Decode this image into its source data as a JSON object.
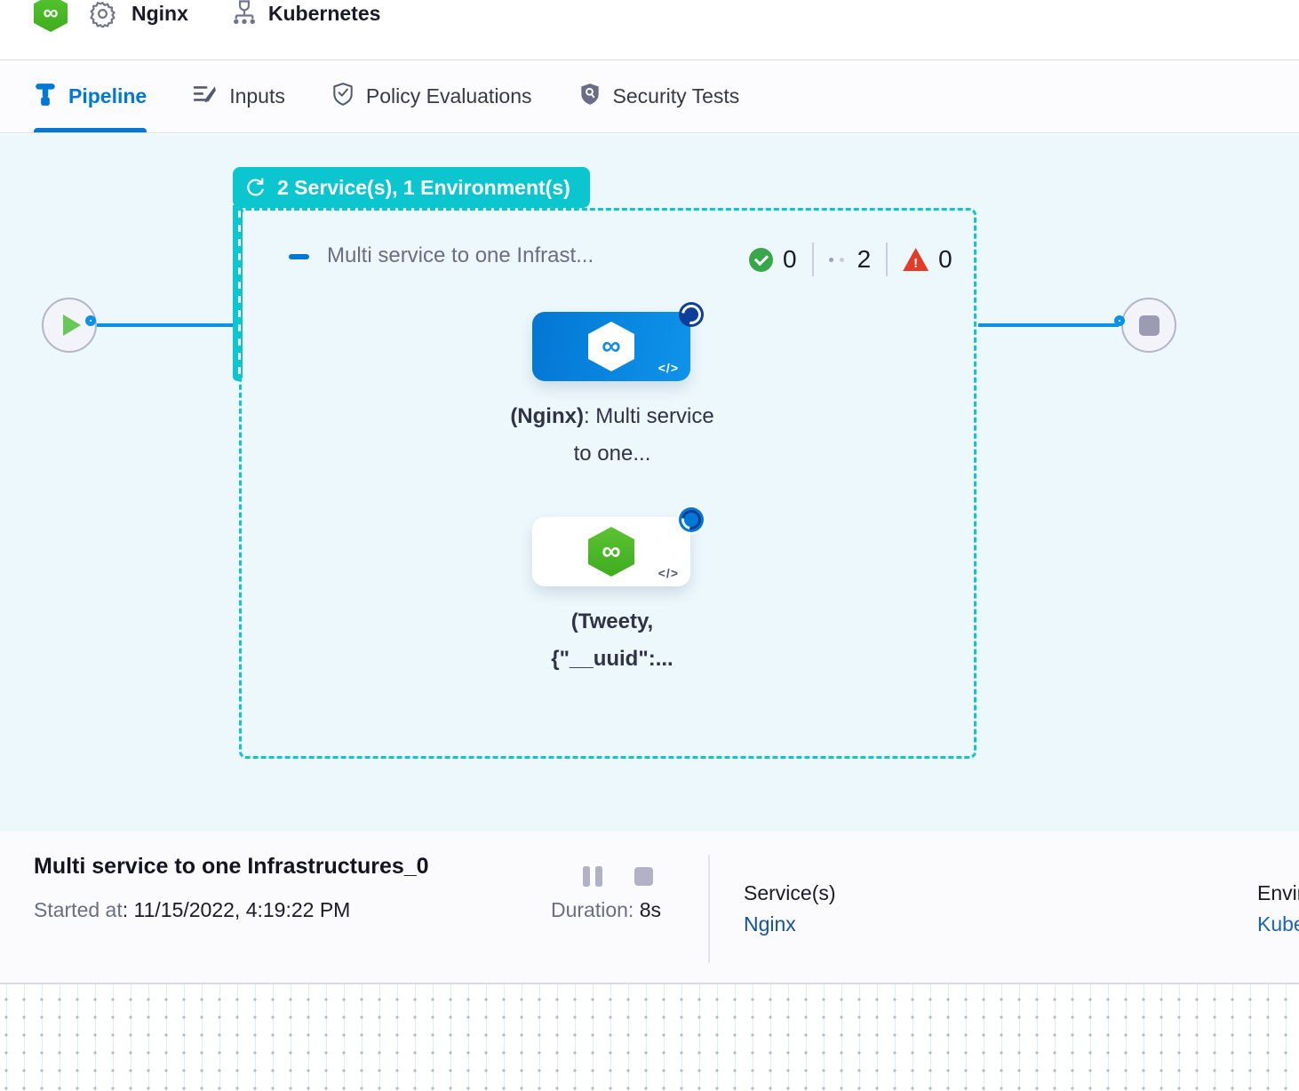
{
  "colors": {
    "accent_blue": "#0278d5",
    "teal": "#0cc6cf",
    "canvas_bg": "#ecf8fc",
    "success_green": "#3aa64c",
    "error_red": "#e23b27",
    "connector_blue": "#0a93e6",
    "link_blue": "#14519a"
  },
  "header": {
    "pipeline_name": "Nginx",
    "environment_name": "Kubernetes"
  },
  "tabs": [
    {
      "label": "Pipeline"
    },
    {
      "label": "Inputs"
    },
    {
      "label": "Policy Evaluations"
    },
    {
      "label": "Security Tests"
    }
  ],
  "canvas": {
    "group_badge": "2 Service(s), 1 Environment(s)",
    "stage_title": "Multi service to one Infrast...",
    "counts": {
      "success": "0",
      "running": "2",
      "failed": "0"
    },
    "node1": {
      "bold": "(Nginx)",
      "rest": ": Multi service to one...",
      "code_glyph": "</>"
    },
    "node2": {
      "bold": "(Tweety, {\"__uuid\":...",
      "code_glyph": "</>"
    },
    "logo_glyph": "∞"
  },
  "footer": {
    "title": "Multi service to one Infrastructures_0",
    "started_label": "Started at",
    "started_value": ": 11/15/2022, 4:19:22 PM",
    "duration_label": "Duration: ",
    "duration_value": "8s",
    "services_label": "Service(s)",
    "services_value": "Nginx",
    "environments_label": "Environment(s)",
    "environments_value": "Kubernetes"
  }
}
